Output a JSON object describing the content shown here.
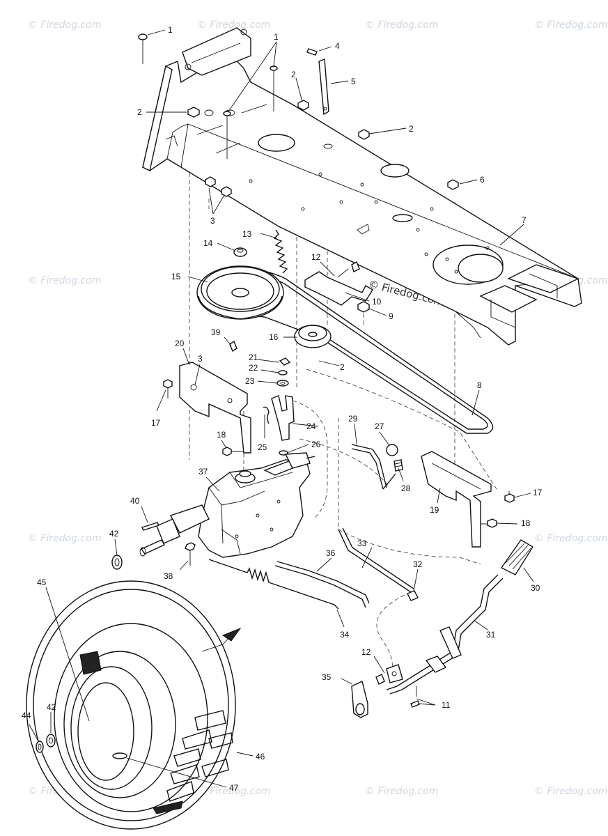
{
  "watermark": {
    "text": "© Firedog.com",
    "center_text": "© Firedog.com"
  },
  "callouts": [
    "1",
    "1",
    "2",
    "4",
    "5",
    "2",
    "2",
    "2",
    "6",
    "7",
    "3",
    "13",
    "14",
    "12",
    "15",
    "10",
    "9",
    "39",
    "16",
    "20",
    "3",
    "21",
    "22",
    "23",
    "2",
    "8",
    "17",
    "18",
    "29",
    "27",
    "24",
    "25",
    "26",
    "28",
    "37",
    "19",
    "17",
    "40",
    "18",
    "42",
    "33",
    "36",
    "32",
    "30",
    "38",
    "45",
    "34",
    "31",
    "12",
    "35",
    "11",
    "44",
    "42",
    "46",
    "47"
  ]
}
